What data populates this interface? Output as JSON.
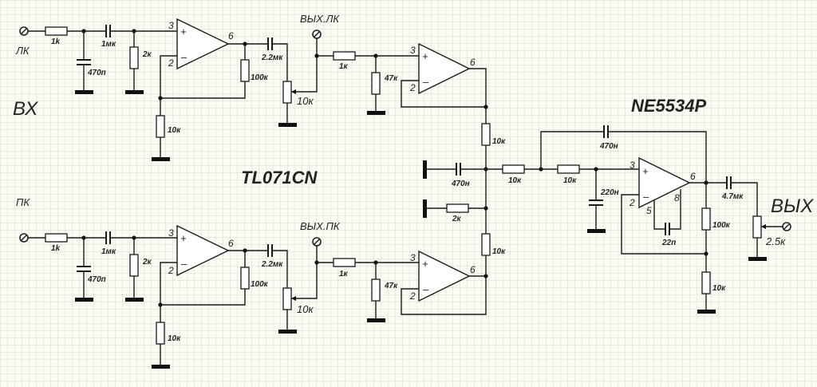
{
  "colors": {
    "background": "#fbfbf3",
    "ink": "#1a1a1a",
    "grid": "#d4d8c4"
  },
  "titles": {
    "input_section": "ВХ",
    "stage1_chip": "TL071CN",
    "stage2_chip": "NE5534P",
    "output_section": "ВЫХ"
  },
  "terminals": {
    "in_left": "ЛК",
    "in_right": "ПК",
    "out_left": "ВЫХ.ЛК",
    "out_right": "ВЫХ.ПК",
    "out_main": "ВЫХ"
  },
  "left_channel": {
    "r_in": "1k",
    "c_filter": "470п",
    "c_coupling": "1мк",
    "r_bias": "2к",
    "r_feedback": "100к",
    "r_gain": "10к",
    "c_out": "2.2мк",
    "pot": "10к",
    "r_buf_in": "1к",
    "r_buf_bias": "47к",
    "r_mix": "10к",
    "opamp1_pins": {
      "plus": "3",
      "minus": "2",
      "out": "6"
    },
    "opamp2_pins": {
      "plus": "3",
      "minus": "2",
      "out": "6"
    },
    "opamp1_signs": {
      "plus": "+",
      "minus": "–"
    },
    "opamp2_signs": {
      "plus": "+",
      "minus": "–"
    }
  },
  "right_channel": {
    "r_in": "1k",
    "c_filter": "470п",
    "c_coupling": "1мк",
    "r_bias": "2к",
    "r_feedback": "100к",
    "r_gain": "10к",
    "c_out": "2.2мк",
    "pot": "10к",
    "r_buf_in": "1к",
    "r_buf_bias": "47к",
    "r_mix": "10к",
    "opamp1_pins": {
      "plus": "3",
      "minus": "2",
      "out": "6"
    },
    "opamp2_pins": {
      "plus": "3",
      "minus": "2",
      "out": "6"
    },
    "opamp1_signs": {
      "plus": "+",
      "minus": "–"
    },
    "opamp2_signs": {
      "plus": "+",
      "minus": "–"
    }
  },
  "summing": {
    "c_gnd": "470н",
    "r_gnd": "2к",
    "r_series1": "10к",
    "r_series2": "10к",
    "c_feedback": "470н",
    "c_shunt": "220н"
  },
  "output_stage": {
    "pins": {
      "plus": "3",
      "minus": "2",
      "out": "6",
      "comp1": "5",
      "comp2": "8"
    },
    "signs": {
      "plus": "+",
      "minus": "–"
    },
    "c_comp": "22п",
    "r_feedback": "100к",
    "r_gnd": "10к",
    "c_out": "4.7мк",
    "pot": "2.5к"
  }
}
